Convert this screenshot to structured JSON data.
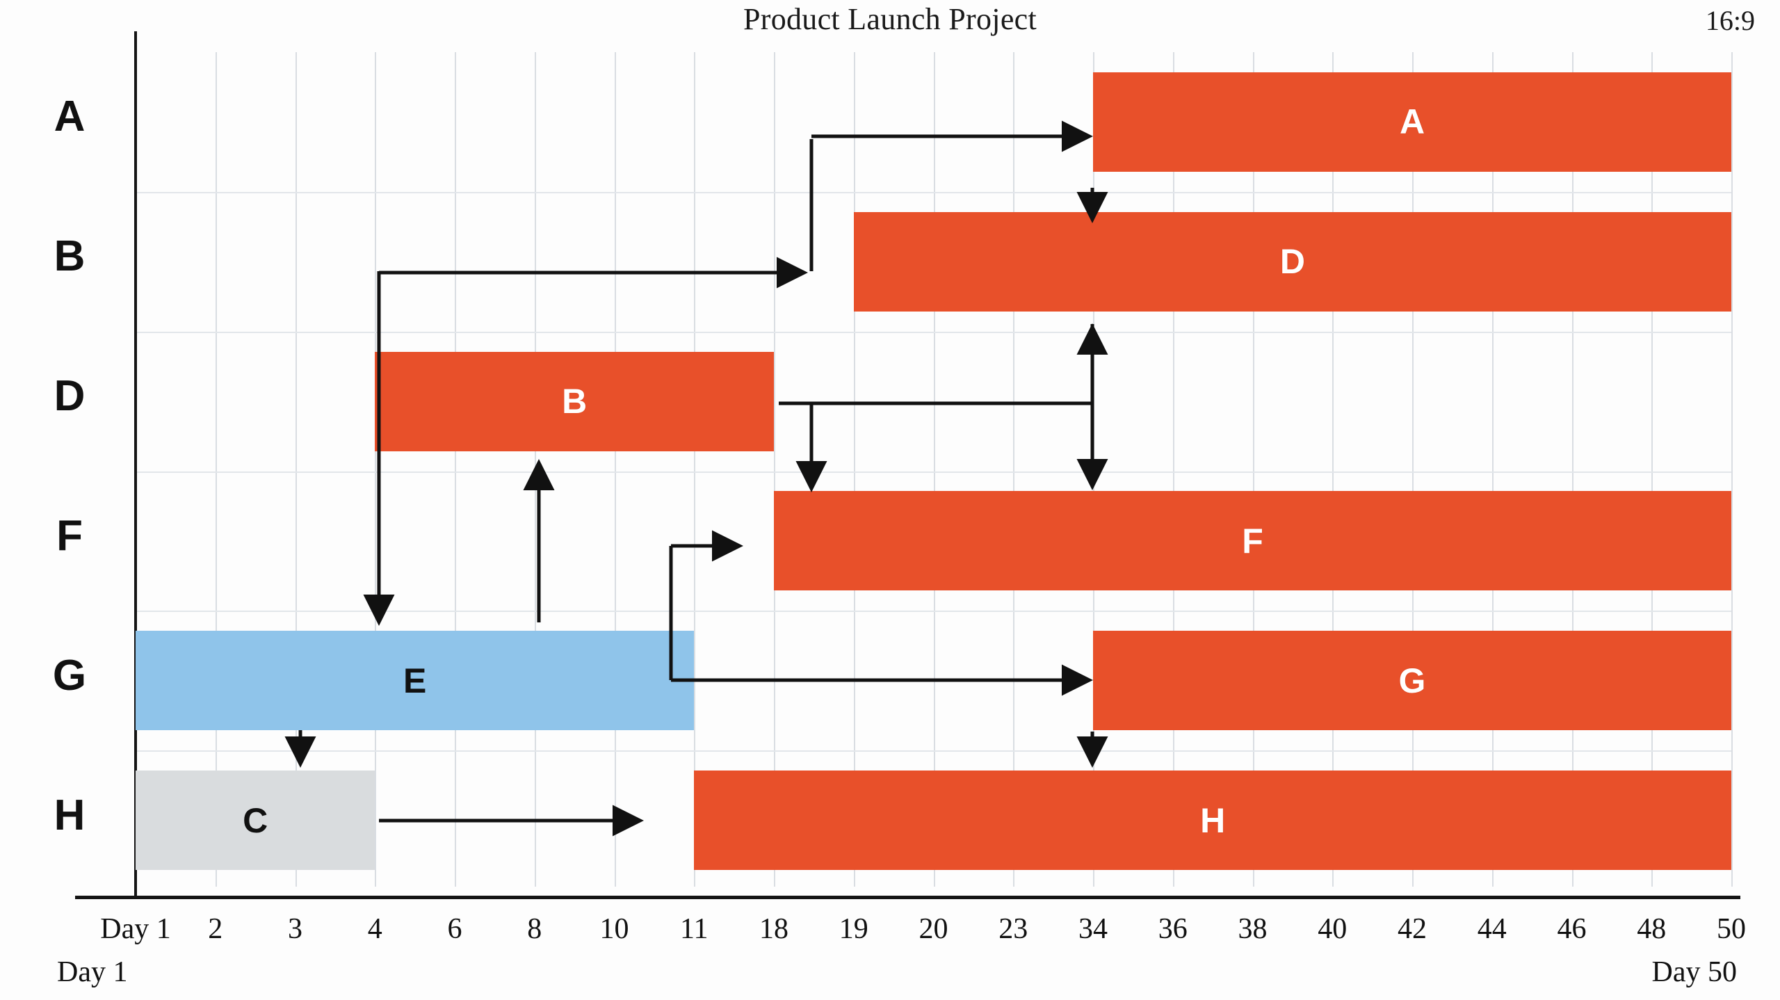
{
  "header": {
    "title": "Product Launch Project",
    "aspect_ratio": "16:9"
  },
  "axis": {
    "y_labels": [
      "A",
      "B",
      "D",
      "F",
      "G",
      "H"
    ],
    "x_ticks": [
      "Day 1",
      "2",
      "3",
      "4",
      "6",
      "8",
      "10",
      "11",
      "18",
      "19",
      "20",
      "23",
      "34",
      "36",
      "38",
      "40",
      "42",
      "44",
      "46",
      "48",
      "50"
    ],
    "x_start_label": "Day 1",
    "x_end_label": "Day 50"
  },
  "colors": {
    "task": "#E8502A",
    "milestone": "#8FC4EA",
    "idle": "#D9DCDE",
    "grid": "#D9DDE2",
    "axis": "#141414",
    "text_on_task": "#FFFFFF",
    "text_dark": "#111111"
  },
  "chart_data": {
    "type": "bar",
    "title": "Product Launch Project",
    "xlabel": "",
    "ylabel": "",
    "orientation": "horizontal",
    "grid": true,
    "legend": "none",
    "xlim": [
      1,
      50
    ],
    "x_tick_values": [
      1,
      2,
      3,
      4,
      6,
      8,
      10,
      11,
      18,
      19,
      20,
      23,
      34,
      36,
      38,
      40,
      42,
      44,
      46,
      48,
      50
    ],
    "rows": [
      "A",
      "B",
      "D",
      "F",
      "G",
      "H"
    ],
    "bars": [
      {
        "label": "A",
        "row": "A",
        "start_day": 34,
        "end_day": 50,
        "color": "#E8502A",
        "type": "task"
      },
      {
        "label": "D",
        "row": "B",
        "start_day": 19,
        "end_day": 50,
        "color": "#E8502A",
        "type": "task"
      },
      {
        "label": "B",
        "row": "D",
        "start_day": 4,
        "end_day": 18,
        "color": "#E8502A",
        "type": "task"
      },
      {
        "label": "F",
        "row": "F",
        "start_day": 18,
        "end_day": 50,
        "color": "#E8502A",
        "type": "task"
      },
      {
        "label": "E",
        "row": "G",
        "start_day": 1,
        "end_day": 11,
        "color": "#8FC4EA",
        "type": "milestone"
      },
      {
        "label": "G",
        "row": "G",
        "start_day": 34,
        "end_day": 50,
        "color": "#E8502A",
        "type": "task"
      },
      {
        "label": "C",
        "row": "H",
        "start_day": 1,
        "end_day": 4,
        "color": "#D9DCDE",
        "type": "idle"
      },
      {
        "label": "H",
        "row": "H",
        "start_day": 11,
        "end_day": 50,
        "color": "#E8502A",
        "type": "task"
      }
    ],
    "dependencies": [
      {
        "from": "B",
        "to": "A"
      },
      {
        "from": "B",
        "to": "D"
      },
      {
        "from": "B",
        "to": "F"
      },
      {
        "from": "B",
        "to": "E"
      },
      {
        "from": "A",
        "to": "D"
      },
      {
        "from": "D",
        "to": "F"
      },
      {
        "from": "E",
        "to": "C"
      },
      {
        "from": "E",
        "to": "G"
      },
      {
        "from": "E",
        "to": "F"
      },
      {
        "from": "C",
        "to": "H"
      },
      {
        "from": "G",
        "to": "H"
      }
    ]
  }
}
